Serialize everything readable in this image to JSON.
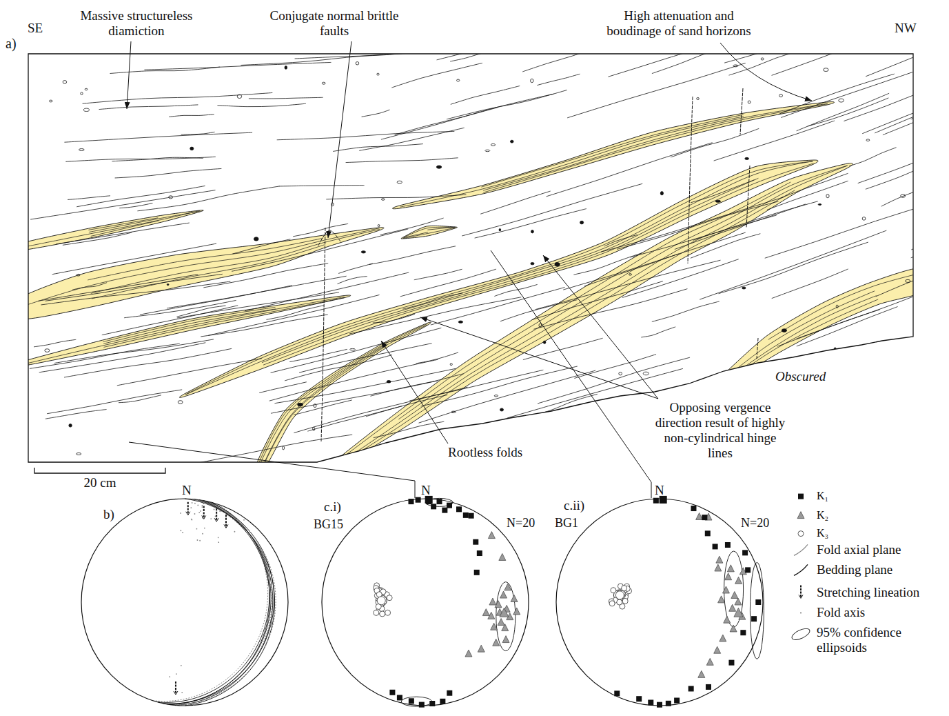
{
  "diagram": {
    "labels": [
      "a)",
      "SE",
      "NW",
      "Massive structureless diamiction",
      "Conjugate normal brittle faults",
      "High attenuation and boudinage of sand horizons",
      "Obscured",
      "Opposing vergence direction result of highly non-cylindrical hinge lines",
      "Rootless folds",
      "20 cm",
      "b)",
      "N",
      "c.i)",
      "BG15",
      "N",
      "N=20",
      "c.ii)",
      "BG1",
      "N",
      "N=20"
    ],
    "legend": [
      {
        "text": "K₁"
      },
      {
        "text": "K₂"
      },
      {
        "text": "K₃"
      },
      {
        "text": "Fold axial plane"
      },
      {
        "text": "Bedding plane"
      },
      {
        "text": "Stretching lineation"
      },
      {
        "text": "Fold axis"
      },
      {
        "text": "95% confidence ellipsoids"
      }
    ]
  }
}
